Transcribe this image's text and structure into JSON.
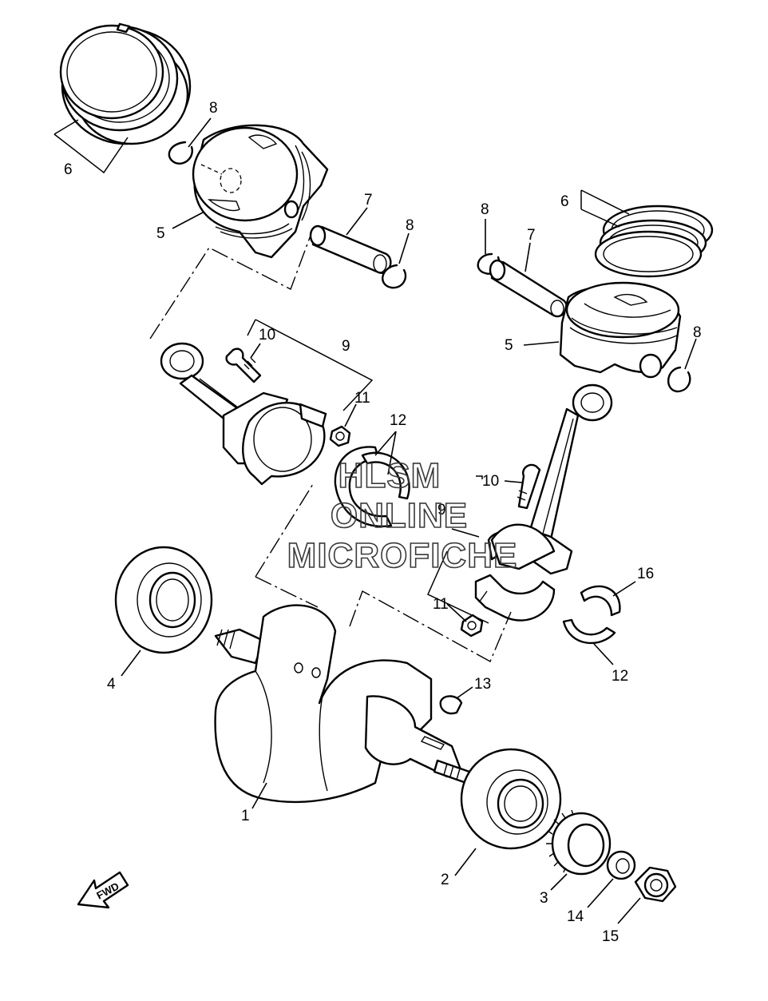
{
  "watermark": {
    "line1": "HLSM",
    "line2": "ONLINE",
    "line3": "MICROFICHE"
  },
  "direction_arrow": {
    "label": "FWD"
  },
  "callouts": {
    "c1": "1",
    "c2": "2",
    "c3": "3",
    "c4": "4",
    "c5_left": "5",
    "c5_right": "5",
    "c6_left": "6",
    "c6_right": "6",
    "c7_left": "7",
    "c7_right": "7",
    "c8_top_left": "8",
    "c8_mid_left": "8",
    "c8_top_right": "8",
    "c8_mid_right": "8",
    "c9_left": "9",
    "c9_right": "9",
    "c10_left": "10",
    "c10_right": "10",
    "c11_left": "11",
    "c11_right": "11",
    "c12_left": "12",
    "c12_right": "12",
    "c13": "13",
    "c14": "14",
    "c15": "15",
    "c16": "16"
  }
}
